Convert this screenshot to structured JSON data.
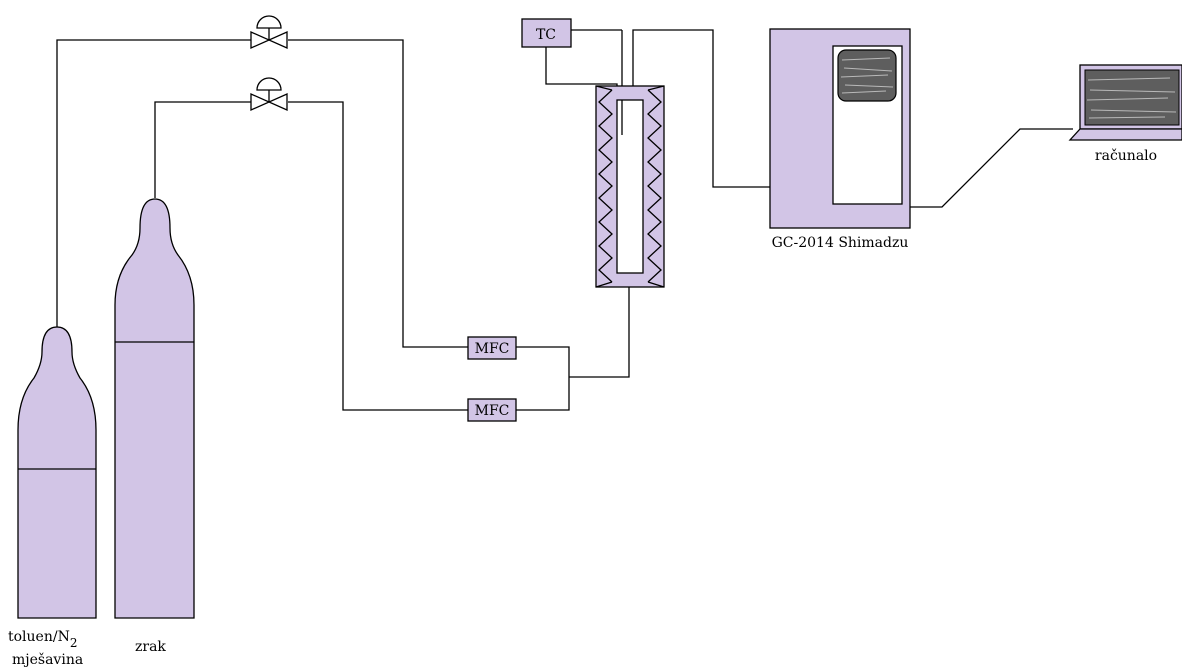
{
  "diagram": {
    "colors": {
      "equipment_fill": "#d2c5e6",
      "line": "#000000",
      "screen_fill": "#5e5e5e"
    },
    "cylinders": [
      {
        "id": "toluene-n2",
        "label_main": "toluen/N",
        "label_sub": "2",
        "label_line2": "mješavina"
      },
      {
        "id": "air",
        "label": "zrak"
      }
    ],
    "valves": [
      {
        "id": "valve-top",
        "icon": "valve-icon"
      },
      {
        "id": "valve-bottom",
        "icon": "valve-icon"
      }
    ],
    "flow_controllers": [
      {
        "id": "mfc-top",
        "label": "MFC"
      },
      {
        "id": "mfc-bottom",
        "label": "MFC"
      }
    ],
    "thermocouple": {
      "label": "TC"
    },
    "reactor": {
      "icon": "reactor-heater-icon"
    },
    "gas_chromatograph": {
      "label": "GC-2014 Shimadzu"
    },
    "computer": {
      "label": "računalo",
      "icon": "laptop-icon"
    }
  }
}
